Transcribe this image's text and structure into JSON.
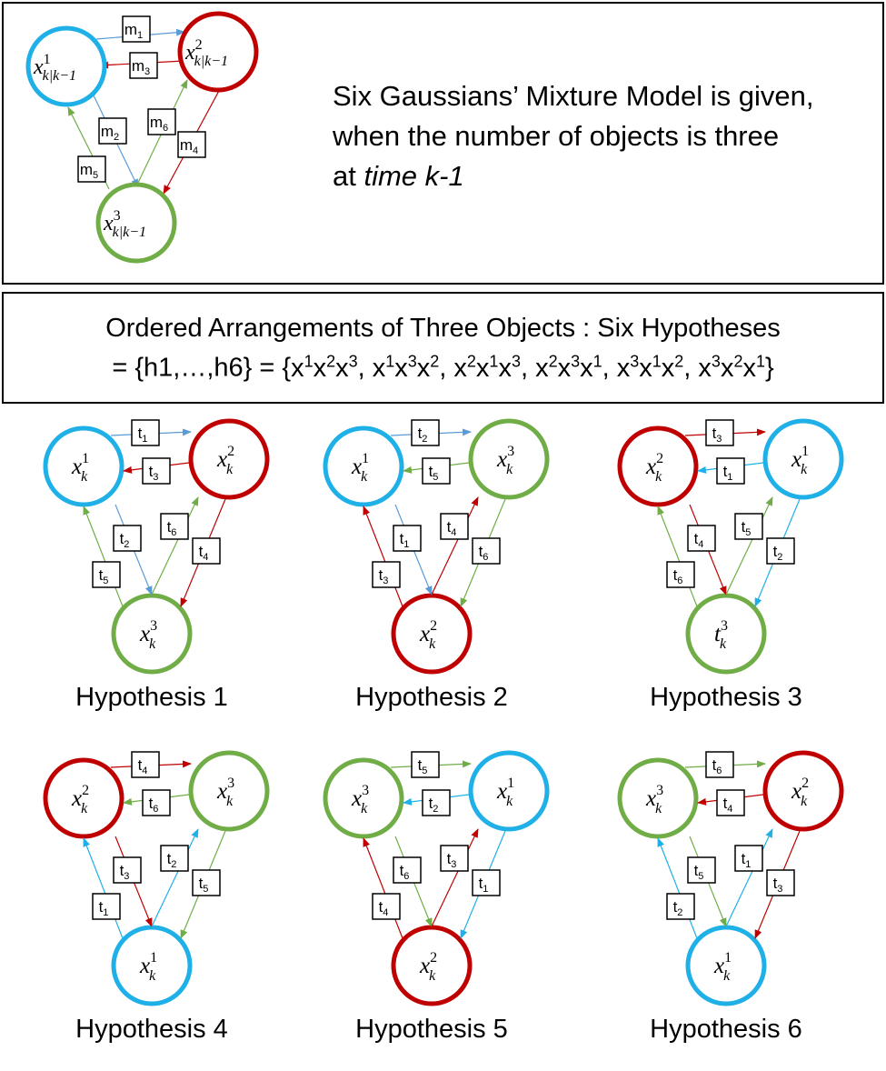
{
  "top": {
    "description_lines": [
      "Six Gaussians’ Mixture Model is given,",
      "when the number of objects is three"
    ],
    "description_line3_prefix": "at ",
    "description_line3_italic": "time k-1",
    "nodes": [
      {
        "base": "x",
        "sup": "1",
        "sub": "k|k−1",
        "color": "#1fb0e8"
      },
      {
        "base": "x",
        "sup": "2",
        "sub": "k|k−1",
        "color": "#c00000"
      },
      {
        "base": "x",
        "sup": "3",
        "sub": "k|k−1",
        "color": "#70ad47"
      }
    ],
    "edges": [
      {
        "label": "m",
        "sub": "1"
      },
      {
        "label": "m",
        "sub": "3"
      },
      {
        "label": "m",
        "sub": "2"
      },
      {
        "label": "m",
        "sub": "6"
      },
      {
        "label": "m",
        "sub": "4"
      },
      {
        "label": "m",
        "sub": "5"
      }
    ]
  },
  "middle": {
    "line1": "Ordered Arrangements of Three Objects : Six Hypotheses",
    "line2_html_parts": [
      "= {h1,…,h6} = {",
      "x",
      "1",
      "x",
      "2",
      "x",
      "3",
      ", ",
      "x",
      "1",
      "x",
      "3",
      "x",
      "2",
      ", ",
      "x",
      "2",
      "x",
      "1",
      "x",
      "3",
      ", ",
      "x",
      "2",
      "x",
      "3",
      "x",
      "1",
      ", ",
      "x",
      "3",
      "x",
      "1",
      "x",
      "2",
      ", ",
      "x",
      "3",
      "x",
      "2",
      "x",
      "1",
      "}"
    ]
  },
  "colors": {
    "blue": "#1fb0e8",
    "red": "#c00000",
    "green": "#70ad47",
    "edge_blue": "#5b9bd5"
  },
  "hypotheses": [
    {
      "caption": "Hypothesis 1",
      "nodes": [
        {
          "base": "x",
          "sup": "1",
          "color": "blue"
        },
        {
          "base": "x",
          "sup": "2",
          "color": "red"
        },
        {
          "base": "x",
          "sup": "3",
          "color": "green"
        }
      ],
      "labels": [
        "1",
        "3",
        "2",
        "6",
        "4",
        "5"
      ]
    },
    {
      "caption": "Hypothesis 2",
      "nodes": [
        {
          "base": "x",
          "sup": "1",
          "color": "blue"
        },
        {
          "base": "x",
          "sup": "3",
          "color": "green"
        },
        {
          "base": "x",
          "sup": "2",
          "color": "red"
        }
      ],
      "labels": [
        "2",
        "5",
        "1",
        "4",
        "6",
        "3"
      ]
    },
    {
      "caption": "Hypothesis 3",
      "nodes": [
        {
          "base": "x",
          "sup": "2",
          "color": "red"
        },
        {
          "base": "x",
          "sup": "1",
          "color": "blue"
        },
        {
          "base": "t",
          "sup": "3",
          "color": "green"
        }
      ],
      "labels": [
        "3",
        "1",
        "4",
        "5",
        "2",
        "6"
      ]
    },
    {
      "caption": "Hypothesis 4",
      "nodes": [
        {
          "base": "x",
          "sup": "2",
          "color": "red"
        },
        {
          "base": "x",
          "sup": "3",
          "color": "green"
        },
        {
          "base": "x",
          "sup": "1",
          "color": "blue"
        }
      ],
      "labels": [
        "4",
        "6",
        "3",
        "2",
        "5",
        "1"
      ]
    },
    {
      "caption": "Hypothesis 5",
      "nodes": [
        {
          "base": "x",
          "sup": "3",
          "color": "green"
        },
        {
          "base": "x",
          "sup": "1",
          "color": "blue"
        },
        {
          "base": "x",
          "sup": "2",
          "color": "red"
        }
      ],
      "labels": [
        "5",
        "2",
        "6",
        "3",
        "1",
        "4"
      ]
    },
    {
      "caption": "Hypothesis 6",
      "nodes": [
        {
          "base": "x",
          "sup": "3",
          "color": "green"
        },
        {
          "base": "x",
          "sup": "2",
          "color": "red"
        },
        {
          "base": "x",
          "sup": "1",
          "color": "blue"
        }
      ],
      "labels": [
        "6",
        "4",
        "5",
        "1",
        "3",
        "2"
      ]
    }
  ]
}
